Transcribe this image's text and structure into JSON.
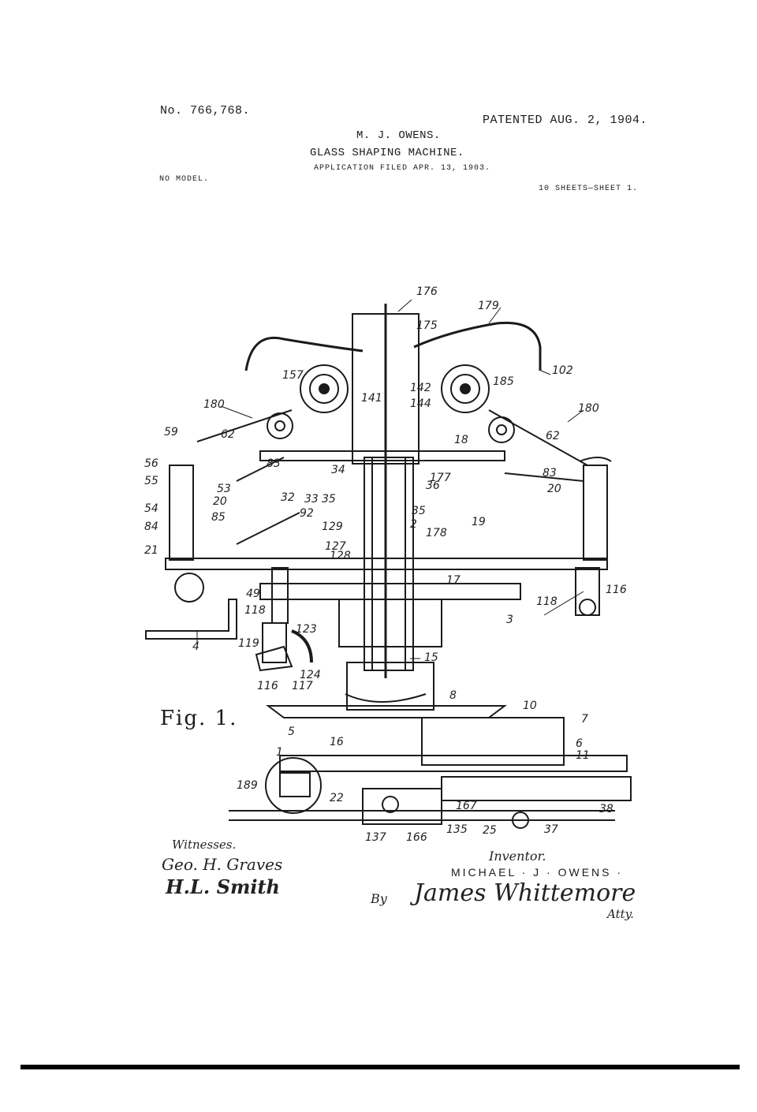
{
  "header": {
    "patent_number": "No. 766,768.",
    "patent_date": "PATENTED AUG. 2, 1904.",
    "inventor": "M. J. OWENS.",
    "title": "GLASS SHAPING MACHINE.",
    "filed": "APPLICATION FILED APR. 13, 1903.",
    "model": "NO MODEL.",
    "sheets": "10 SHEETS—SHEET 1."
  },
  "figure": {
    "label": "Fig. 1.",
    "reference_numerals": [
      "176",
      "179",
      "175",
      "102",
      "157",
      "142",
      "185",
      "180",
      "141",
      "144",
      "180",
      "59",
      "62",
      "18",
      "62",
      "56",
      "83",
      "55",
      "53",
      "34",
      "177",
      "83",
      "20",
      "54",
      "32",
      "33",
      "35",
      "36",
      "20",
      "85",
      "92",
      "35",
      "19",
      "84",
      "129",
      "2",
      "178",
      "21",
      "127",
      "128",
      "49",
      "17",
      "116",
      "118",
      "118",
      "3",
      "4",
      "123",
      "119",
      "15",
      "116",
      "124",
      "117",
      "8",
      "10",
      "7",
      "5",
      "16",
      "6",
      "11",
      "1",
      "189",
      "167",
      "38",
      "22",
      "135",
      "25",
      "37",
      "137",
      "166"
    ]
  },
  "signatures": {
    "witnesses_label": "Witnesses.",
    "witness_1": "Geo. H. Graves",
    "witness_2": "H.L. Smith",
    "inventor_label": "Inventor.",
    "inventor_name": "MICHAEL · J · OWENS ·",
    "attorney_prefix": "By",
    "attorney": "James Whittemore",
    "attorney_suffix": "Atty."
  }
}
